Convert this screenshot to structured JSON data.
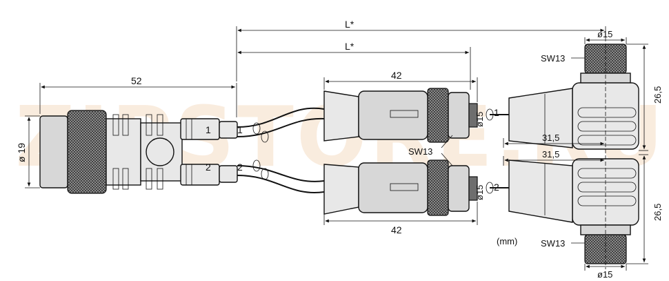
{
  "diagram": {
    "watermark": "ZIPSTORE.RU",
    "units_label": "(mm)",
    "dimensions": {
      "total_length": "L*",
      "branch_length": "L*",
      "plug_length": "52",
      "plug_diameter": "ø 19",
      "socket_length_top": "42",
      "socket_length_bottom": "42",
      "socket_diameter_top": "ø15",
      "socket_diameter_bottom": "ø15",
      "socket_wrench_size": "SW13",
      "tee_diameter_top": "ø15",
      "tee_diameter_bottom": "ø15",
      "tee_half_height_top": "26,5",
      "tee_half_height_bottom": "26,5",
      "tee_offset_top": "31,5",
      "tee_offset_bottom": "31,5",
      "tee_wrench_top": "SW13",
      "tee_wrench_bottom": "SW13"
    },
    "branch_labels": {
      "plug_branch_1": "1",
      "plug_branch_2": "2",
      "tee_branch_1": "1",
      "tee_branch_2": "2"
    },
    "colors": {
      "line": "#111111",
      "body": "#d7d7d7",
      "knurl": "#8a8a8a",
      "watermark": "#f0c9a3"
    }
  }
}
